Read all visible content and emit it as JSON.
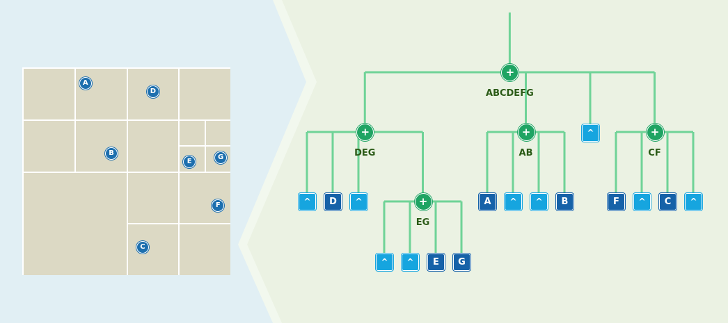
{
  "colors": {
    "panel_left": "#e1eff4",
    "panel_right": "#ebf2e3",
    "cell_fill": "#dcd9c4",
    "edge": "#6fd397",
    "internal_node": "#1fa463",
    "leaf_empty": "#16a5df",
    "leaf_full": "#1662a8",
    "label": "#2a5a16"
  },
  "grid": {
    "size": 8,
    "cells": [
      [
        0,
        0,
        2,
        2
      ],
      [
        2,
        0,
        2,
        2
      ],
      [
        4,
        0,
        2,
        2
      ],
      [
        6,
        0,
        2,
        2
      ],
      [
        0,
        2,
        2,
        2
      ],
      [
        2,
        2,
        2,
        2
      ],
      [
        4,
        2,
        2,
        2
      ],
      [
        6,
        2,
        1,
        1
      ],
      [
        7,
        2,
        1,
        1
      ],
      [
        6,
        3,
        1,
        1
      ],
      [
        7,
        3,
        1,
        1
      ],
      [
        0,
        4,
        4,
        4
      ],
      [
        4,
        4,
        2,
        2
      ],
      [
        6,
        4,
        2,
        2
      ],
      [
        4,
        6,
        2,
        2
      ],
      [
        6,
        6,
        2,
        2
      ]
    ],
    "points": [
      {
        "label": "A",
        "x": 2.4,
        "y": 0.6
      },
      {
        "label": "D",
        "x": 5.0,
        "y": 0.9
      },
      {
        "label": "B",
        "x": 3.4,
        "y": 3.3
      },
      {
        "label": "E",
        "x": 6.4,
        "y": 3.6
      },
      {
        "label": "G",
        "x": 7.6,
        "y": 3.45
      },
      {
        "label": "F",
        "x": 7.5,
        "y": 5.3
      },
      {
        "label": "C",
        "x": 4.6,
        "y": 6.9
      }
    ]
  },
  "tree": {
    "plus_symbol": "+",
    "nodes": [
      {
        "id": "abcdefg",
        "label": "ABCDEFG",
        "plus": "+",
        "children": [
          "deg",
          "ab",
          "leaf_root_empty",
          "cf"
        ]
      },
      {
        "id": "deg",
        "label": "DEG",
        "plus": "+",
        "children": [
          "leaf_deg_empty1",
          "leaf_d",
          "leaf_deg_empty2",
          "eg"
        ]
      },
      {
        "id": "ab",
        "label": "AB",
        "plus": "+",
        "children": [
          "leaf_a",
          "leaf_ab_empty1",
          "leaf_ab_empty2",
          "leaf_b"
        ]
      },
      {
        "id": "cf",
        "label": "CF",
        "plus": "+",
        "children": [
          "leaf_f",
          "leaf_cf_empty1",
          "leaf_c",
          "leaf_cf_empty2"
        ]
      },
      {
        "id": "eg",
        "label": "EG",
        "plus": "+",
        "children": [
          "leaf_eg_empty1",
          "leaf_eg_empty2",
          "leaf_e",
          "leaf_g"
        ]
      }
    ],
    "leaves": [
      {
        "id": "leaf_root_empty",
        "text": "^",
        "kind": "empty"
      },
      {
        "id": "leaf_deg_empty1",
        "text": "^",
        "kind": "empty"
      },
      {
        "id": "leaf_d",
        "text": "D",
        "kind": "full"
      },
      {
        "id": "leaf_deg_empty2",
        "text": "^",
        "kind": "empty"
      },
      {
        "id": "leaf_a",
        "text": "A",
        "kind": "full"
      },
      {
        "id": "leaf_ab_empty1",
        "text": "^",
        "kind": "empty"
      },
      {
        "id": "leaf_ab_empty2",
        "text": "^",
        "kind": "empty"
      },
      {
        "id": "leaf_b",
        "text": "B",
        "kind": "full"
      },
      {
        "id": "leaf_f",
        "text": "F",
        "kind": "full"
      },
      {
        "id": "leaf_cf_empty1",
        "text": "^",
        "kind": "empty"
      },
      {
        "id": "leaf_c",
        "text": "C",
        "kind": "full"
      },
      {
        "id": "leaf_cf_empty2",
        "text": "^",
        "kind": "empty"
      },
      {
        "id": "leaf_eg_empty1",
        "text": "^",
        "kind": "empty"
      },
      {
        "id": "leaf_eg_empty2",
        "text": "^",
        "kind": "empty"
      },
      {
        "id": "leaf_e",
        "text": "E",
        "kind": "full"
      },
      {
        "id": "leaf_g",
        "text": "G",
        "kind": "full"
      }
    ]
  }
}
